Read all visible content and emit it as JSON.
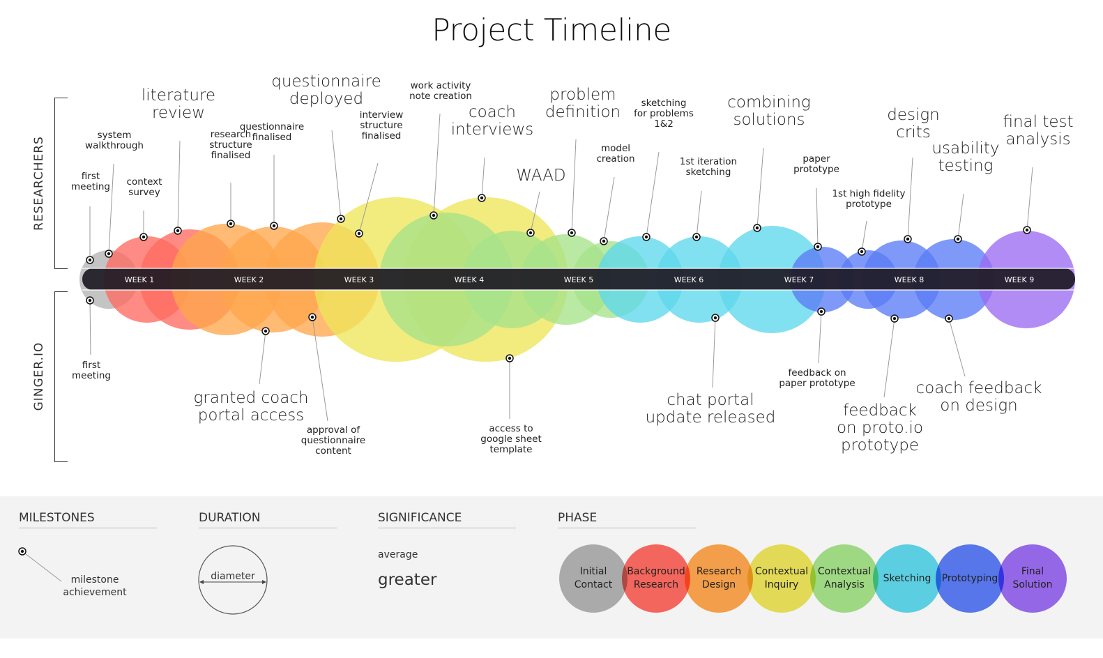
{
  "title": "Project Timeline",
  "side_labels": {
    "top": "RESEARCHERS",
    "bottom": "GINGER.IO"
  },
  "colors": {
    "initial_contact": "#b3b3b3",
    "background_research": "#ff6b61",
    "research_design": "#ffa64d",
    "contextual_inquiry": "#eee55a",
    "contextual_analysis": "#a6e38a",
    "sketching": "#5fd9ec",
    "prototyping": "#5b7cf6",
    "final_solution": "#9b6cf2",
    "bar": "#1e1a24"
  },
  "weeks": [
    "WEEK 1",
    "WEEK 2",
    "WEEK 3",
    "WEEK 4",
    "WEEK 5",
    "WEEK 6",
    "WEEK 7",
    "WEEK 8",
    "WEEK 9"
  ],
  "top_milestones": [
    {
      "id": "first-meeting-r",
      "phase": "initial_contact",
      "lines": [
        "first",
        "meeting"
      ],
      "size": "s"
    },
    {
      "id": "system-walkthrough",
      "phase": "initial_contact",
      "lines": [
        "system",
        "walkthrough"
      ],
      "size": "s"
    },
    {
      "id": "context-survey",
      "phase": "background_research",
      "lines": [
        "context",
        "survey"
      ],
      "size": "s"
    },
    {
      "id": "literature-review",
      "phase": "background_research",
      "lines": [
        "literature",
        "review"
      ],
      "size": "l"
    },
    {
      "id": "research-structure-finalised",
      "phase": "research_design",
      "lines": [
        "research",
        "structure",
        "finalised"
      ],
      "size": "s"
    },
    {
      "id": "questionnaire-finalised",
      "phase": "research_design",
      "lines": [
        "questionnaire",
        "finalised"
      ],
      "size": "s"
    },
    {
      "id": "questionnaire-deployed",
      "phase": "contextual_inquiry",
      "lines": [
        "questionnaire",
        "deployed"
      ],
      "size": "l"
    },
    {
      "id": "interview-structure-finalised",
      "phase": "contextual_inquiry",
      "lines": [
        "interview",
        "structure",
        "finalised"
      ],
      "size": "s"
    },
    {
      "id": "work-activity-note-creation",
      "phase": "contextual_analysis",
      "lines": [
        "work activity",
        "note creation"
      ],
      "size": "s"
    },
    {
      "id": "coach-interviews",
      "phase": "contextual_inquiry",
      "lines": [
        "coach",
        "interviews"
      ],
      "size": "l"
    },
    {
      "id": "waad",
      "phase": "contextual_analysis",
      "lines": [
        "WAAD"
      ],
      "size": "l"
    },
    {
      "id": "problem-definition",
      "phase": "contextual_analysis",
      "lines": [
        "problem",
        "definition"
      ],
      "size": "l"
    },
    {
      "id": "model-creation",
      "phase": "contextual_analysis",
      "lines": [
        "model",
        "creation"
      ],
      "size": "s"
    },
    {
      "id": "sketching-for-problems",
      "phase": "sketching",
      "lines": [
        "sketching",
        "for problems",
        "1&2"
      ],
      "size": "s"
    },
    {
      "id": "1st-iteration-sketching",
      "phase": "sketching",
      "lines": [
        "1st iteration",
        "sketching"
      ],
      "size": "s"
    },
    {
      "id": "combining-solutions",
      "phase": "sketching",
      "lines": [
        "combining",
        "solutions"
      ],
      "size": "l"
    },
    {
      "id": "paper-prototype",
      "phase": "prototyping",
      "lines": [
        "paper",
        "prototype"
      ],
      "size": "s"
    },
    {
      "id": "1st-high-fidelity-prototype",
      "phase": "prototyping",
      "lines": [
        "1st high fidelity",
        "prototype"
      ],
      "size": "s"
    },
    {
      "id": "design-crits",
      "phase": "prototyping",
      "lines": [
        "design",
        "crits"
      ],
      "size": "l"
    },
    {
      "id": "usability-testing",
      "phase": "prototyping",
      "lines": [
        "usability",
        "testing"
      ],
      "size": "l"
    },
    {
      "id": "final-test-analysis",
      "phase": "final_solution",
      "lines": [
        "final test",
        "analysis"
      ],
      "size": "l"
    }
  ],
  "bottom_milestones": [
    {
      "id": "first-meeting-g",
      "phase": "initial_contact",
      "lines": [
        "first",
        "meeting"
      ],
      "size": "s"
    },
    {
      "id": "granted-coach-portal-access",
      "phase": "research_design",
      "lines": [
        "granted coach",
        "portal access"
      ],
      "size": "l"
    },
    {
      "id": "approval-of-questionnaire-content",
      "phase": "research_design",
      "lines": [
        "approval of",
        "questionnaire",
        "content"
      ],
      "size": "s"
    },
    {
      "id": "access-to-google-sheet-template",
      "phase": "contextual_inquiry",
      "lines": [
        "access to",
        "google sheet",
        "template"
      ],
      "size": "s"
    },
    {
      "id": "chat-portal-update-released",
      "phase": "sketching",
      "lines": [
        "chat portal",
        "update released"
      ],
      "size": "l"
    },
    {
      "id": "feedback-on-paper-prototype",
      "phase": "prototyping",
      "lines": [
        "feedback on",
        "paper prototype"
      ],
      "size": "s"
    },
    {
      "id": "feedback-on-proto-io-prototype",
      "phase": "prototyping",
      "lines": [
        "feedback",
        "on proto.io",
        "prototype"
      ],
      "size": "l"
    },
    {
      "id": "coach-feedback-on-design",
      "phase": "prototyping",
      "lines": [
        "coach feedback",
        "on design"
      ],
      "size": "l"
    }
  ],
  "legend": {
    "milestones": {
      "heading": "MILESTONES",
      "label_1": "milestone",
      "label_2": "achievement"
    },
    "duration": {
      "heading": "DURATION",
      "label": "diameter"
    },
    "significance": {
      "heading": "SIGNIFICANCE",
      "average": "average",
      "greater": "greater"
    },
    "phase": {
      "heading": "PHASE",
      "items": [
        {
          "key": "initial_contact",
          "l1": "Initial",
          "l2": "Contact"
        },
        {
          "key": "background_research",
          "l1": "Background",
          "l2": "Research"
        },
        {
          "key": "research_design",
          "l1": "Research",
          "l2": "Design"
        },
        {
          "key": "contextual_inquiry",
          "l1": "Contextual",
          "l2": "Inquiry"
        },
        {
          "key": "contextual_analysis",
          "l1": "Contextual",
          "l2": "Analysis"
        },
        {
          "key": "sketching",
          "l1": "Sketching",
          "l2": ""
        },
        {
          "key": "prototyping",
          "l1": "Prototyping",
          "l2": ""
        },
        {
          "key": "final_solution",
          "l1": "Final",
          "l2": "Solution"
        }
      ]
    }
  }
}
